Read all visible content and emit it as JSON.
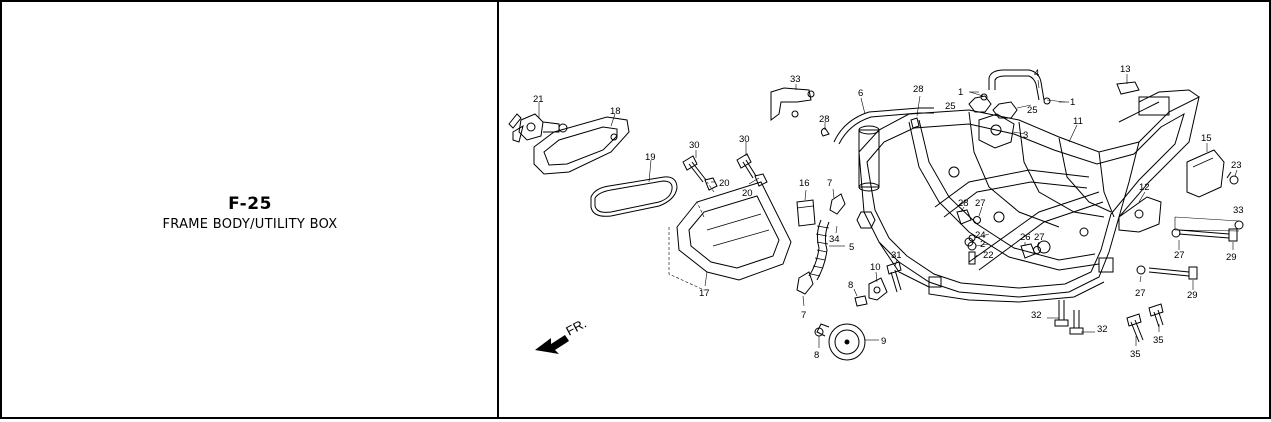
{
  "section": {
    "code": "F-25",
    "title": "FRAME BODY/UTILITY BOX"
  },
  "diagram": {
    "direction_label": "FR.",
    "callouts": [
      "1",
      "1",
      "2",
      "3",
      "4",
      "5",
      "6",
      "7",
      "7",
      "8",
      "8",
      "9",
      "10",
      "11",
      "12",
      "13",
      "15",
      "16",
      "17",
      "18",
      "19",
      "20",
      "20",
      "21",
      "22",
      "23",
      "24",
      "25",
      "25",
      "26",
      "26",
      "27",
      "27",
      "27",
      "27",
      "28",
      "28",
      "29",
      "29",
      "30",
      "30",
      "31",
      "32",
      "32",
      "33",
      "33",
      "34",
      "35",
      "35"
    ]
  }
}
